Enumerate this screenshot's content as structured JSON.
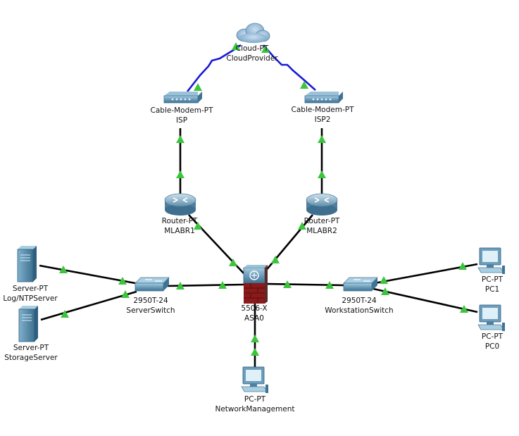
{
  "nodes": [
    {
      "id": "cloud",
      "icon": "cloud-icon",
      "type_label": "Cloud-PT",
      "name_label": "CloudProvider"
    },
    {
      "id": "modem1",
      "icon": "cable-modem-icon",
      "type_label": "Cable-Modem-PT",
      "name_label": "ISP"
    },
    {
      "id": "modem2",
      "icon": "cable-modem-icon",
      "type_label": "Cable-Modem-PT",
      "name_label": "ISP2"
    },
    {
      "id": "r1",
      "icon": "router-icon",
      "type_label": "Router-PT",
      "name_label": "MLABR1"
    },
    {
      "id": "r2",
      "icon": "router-icon",
      "type_label": "Router-PT",
      "name_label": "MLABR2"
    },
    {
      "id": "asa",
      "icon": "firewall-icon",
      "type_label": "5506-X",
      "name_label": "ASA0"
    },
    {
      "id": "sw1",
      "icon": "switch-icon",
      "type_label": "2950T-24",
      "name_label": "ServerSwitch"
    },
    {
      "id": "sw2",
      "icon": "switch-icon",
      "type_label": "2950T-24",
      "name_label": "WorkstationSwitch"
    },
    {
      "id": "srv1",
      "icon": "server-icon",
      "type_label": "Server-PT",
      "name_label": "Log/NTPServer"
    },
    {
      "id": "srv2",
      "icon": "server-icon",
      "type_label": "Server-PT",
      "name_label": "StorageServer"
    },
    {
      "id": "pc1",
      "icon": "pc-icon",
      "type_label": "PC-PT",
      "name_label": "PC1"
    },
    {
      "id": "pc0",
      "icon": "pc-icon",
      "type_label": "PC-PT",
      "name_label": "PC0"
    },
    {
      "id": "pcnm",
      "icon": "pc-icon",
      "type_label": "PC-PT",
      "name_label": "NetworkManagement"
    }
  ],
  "links": [
    {
      "from": "cloud",
      "to": "modem1",
      "kind": "coaxial"
    },
    {
      "from": "cloud",
      "to": "modem2",
      "kind": "coaxial"
    },
    {
      "from": "modem1",
      "to": "r1",
      "kind": "ethernet"
    },
    {
      "from": "modem2",
      "to": "r2",
      "kind": "ethernet"
    },
    {
      "from": "r1",
      "to": "asa",
      "kind": "ethernet"
    },
    {
      "from": "r2",
      "to": "asa",
      "kind": "ethernet"
    },
    {
      "from": "sw1",
      "to": "asa",
      "kind": "ethernet"
    },
    {
      "from": "asa",
      "to": "sw2",
      "kind": "ethernet"
    },
    {
      "from": "srv1",
      "to": "sw1",
      "kind": "ethernet"
    },
    {
      "from": "srv2",
      "to": "sw1",
      "kind": "ethernet"
    },
    {
      "from": "sw2",
      "to": "pc1",
      "kind": "ethernet"
    },
    {
      "from": "sw2",
      "to": "pc0",
      "kind": "ethernet"
    },
    {
      "from": "asa",
      "to": "pcnm",
      "kind": "ethernet"
    }
  ],
  "colors": {
    "ethernet": "#000000",
    "coaxial": "#1a1ad6",
    "link_up": "#3cc43c",
    "device_blue": "#5b8fb0",
    "firewall_red": "#8b1a1a"
  }
}
